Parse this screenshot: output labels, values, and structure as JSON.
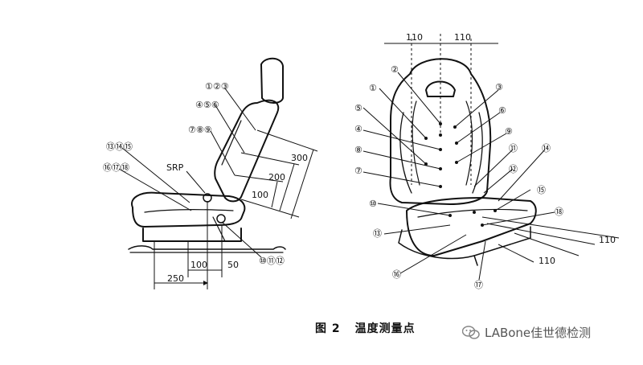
{
  "figure": {
    "number": "图 2",
    "title": "温度测量点"
  },
  "watermark": {
    "text": "LABone佳世德检测",
    "icon": "wechat-icon",
    "color": "#888888"
  },
  "side_view": {
    "point_groups": [
      {
        "label": "①②③"
      },
      {
        "label": "④⑤⑥"
      },
      {
        "label": "⑦⑧⑨"
      },
      {
        "label": "⑬⑭⑮"
      },
      {
        "label": "⑯⑰⑱"
      },
      {
        "label": "⑩⑪⑫"
      }
    ],
    "srp_label": "SRP",
    "dims": {
      "d300": "300",
      "d200": "200",
      "d100": "100",
      "d100_bottom": "100",
      "d50": "50",
      "d250": "250"
    }
  },
  "front_view": {
    "top_dims": {
      "left": "110",
      "right": "110"
    },
    "bottom_dims": {
      "right": "110",
      "lower": "110"
    },
    "points": [
      "①",
      "②",
      "③",
      "④",
      "⑤",
      "⑥",
      "⑦",
      "⑧",
      "⑨",
      "⑩",
      "⑪",
      "⑫",
      "⑬",
      "⑭",
      "⑮",
      "⑯",
      "⑰",
      "⑱"
    ]
  }
}
